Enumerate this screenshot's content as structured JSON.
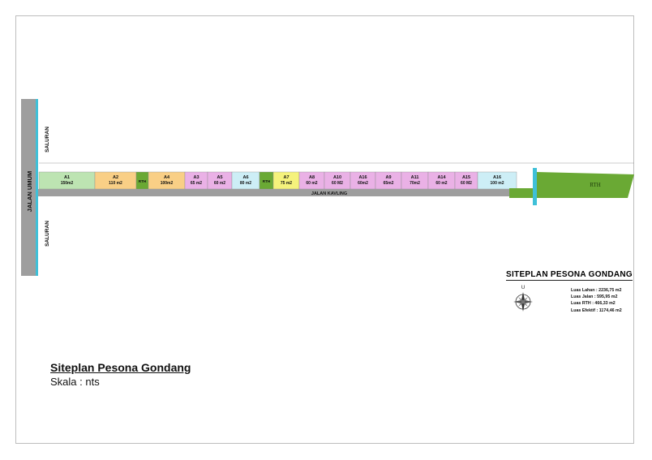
{
  "roads": {
    "main": "JALAN UMUM",
    "channel_top": "SALURAN",
    "channel_bottom": "SALURAN",
    "internal": "JALAN KAVLING"
  },
  "rth_main": "RTH",
  "lots": [
    {
      "id": "A1",
      "area": "150m2",
      "color": "#bde4b2"
    },
    {
      "id": "A2",
      "area": "110 m2",
      "color": "#f9cf86"
    },
    {
      "id": "RTH",
      "area": "",
      "color": "#6aa934"
    },
    {
      "id": "A4",
      "area": "100m2",
      "color": "#f9cf86"
    },
    {
      "id": "A3",
      "area": "65 m2",
      "color": "#eab1e6"
    },
    {
      "id": "A5",
      "area": "60 m2",
      "color": "#eab1e6"
    },
    {
      "id": "A6",
      "area": "80 m2",
      "color": "#cdeef6"
    },
    {
      "id": "RTH",
      "area": "",
      "color": "#6aa934"
    },
    {
      "id": "A7",
      "area": "75 m2",
      "color": "#f5f27c"
    },
    {
      "id": "A8",
      "area": "60 m2",
      "color": "#eab1e6"
    },
    {
      "id": "A10",
      "area": "60 M2",
      "color": "#eab1e6"
    },
    {
      "id": "A16",
      "area": "60m2",
      "color": "#eab1e6"
    },
    {
      "id": "A9",
      "area": "65m2",
      "color": "#eab1e6"
    },
    {
      "id": "A11",
      "area": "70m2",
      "color": "#eab1e6"
    },
    {
      "id": "A14",
      "area": "60 m2",
      "color": "#eab1e6"
    },
    {
      "id": "A15",
      "area": "60 M2",
      "color": "#eab1e6"
    },
    {
      "id": "A16",
      "area": "100 m2",
      "color": "#cdeef6"
    }
  ],
  "legend": {
    "title": "SITEPLAN PESONA GONDANG",
    "north": "U",
    "stats": [
      "Luas Lahan  : 2236,75 m2",
      "Luas Jalan  : 595,95 m2",
      "Luas RTH    : 466,33 m2",
      "Luas Efektif : 1174,46 m2"
    ]
  },
  "caption": {
    "title": "Siteplan Pesona Gondang",
    "scale": "Skala : nts"
  },
  "colors": {
    "road": "#9e9e9e",
    "channel": "#3fc0d8",
    "rth": "#6aa934"
  }
}
